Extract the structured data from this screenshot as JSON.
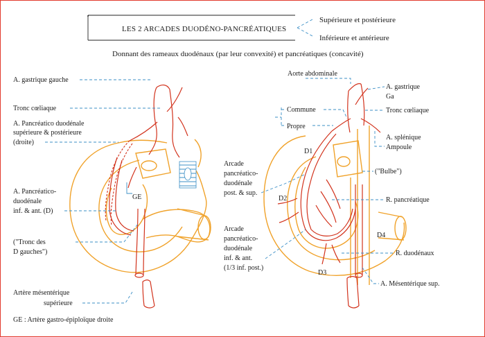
{
  "header": {
    "title": "LES 2  ARCADES DUODÉNO-PANCRÉATIQUES",
    "option_top": "Supérieure et postérieure",
    "option_bottom": "Inférieure et antérieure",
    "subtitle": "Donnant des rameaux duodénaux (par leur convexité) et pancréatiques (concavité)"
  },
  "left_labels": {
    "gastric_left": "A. gastrique gauche",
    "celiac": "Tronc cœliaque",
    "sup_post_1": "A. Pancréatico duodénale",
    "sup_post_2": "supérieure & postérieure",
    "sup_post_3": "(droite)",
    "ge": "GE",
    "inf_ant_1": "A. Pancréatico-",
    "inf_ant_2": "duodénale",
    "inf_ant_3": "inf. & ant. (D)",
    "tronc_1": "(\"Tronc des",
    "tronc_2": "D gauches\")",
    "mes_1": "Artère mésentérique",
    "mes_2": "supérieure",
    "footnote": "GE : Artère gastro-épiploïque droite"
  },
  "right_labels": {
    "aorta": "Aorte abdominale",
    "gastric_1": "A. gastrique",
    "gastric_2": "Ga",
    "commune": "Commune",
    "propre": "Propre",
    "celiac": "Tronc cœliaque",
    "splenic_1": "A. splénique",
    "splenic_2": "Ampoule",
    "d1": "D1",
    "bulbe": "(\"Bulbe\")",
    "arc_sup_1": "Arcade",
    "arc_sup_2": "pancréatico-",
    "arc_sup_3": "duodénale",
    "arc_sup_4": "post. & sup.",
    "d2": "D2",
    "r_pancreatique": "R. pancréatique",
    "arc_inf_1": "Arcade",
    "arc_inf_2": "pancréatico-",
    "arc_inf_3": "duodénale",
    "arc_inf_4": "inf. & ant.",
    "arc_inf_5": "(1/3 inf. post.)",
    "d4": "D4",
    "r_duodenaux": "R. duodénaux",
    "d3": "D3",
    "mes": "A. Mésentérique sup."
  },
  "colors": {
    "frame": "#e23a2c",
    "organ": "#f0a22a",
    "artery": "#d2321c",
    "leader": "#3b8fc6",
    "hatch": "#3b8fc6"
  }
}
